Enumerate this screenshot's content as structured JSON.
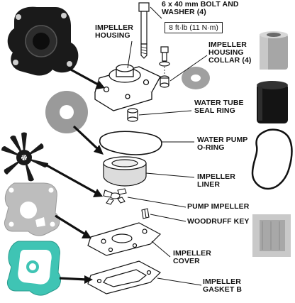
{
  "labels": {
    "bolt_line1": "6 x 40 mm BOLT AND",
    "bolt_line2": "WASHER (4)",
    "torque": "8  ft·lb (11 N·m)",
    "housing_line1": "IMPELLER",
    "housing_line2": "HOUSING",
    "collar_line1": "IMPELLER",
    "collar_line2": "HOUSING",
    "collar_line3": "COLLAR (4)",
    "seal_line1": "WATER TUBE",
    "seal_line2": "SEAL RING",
    "oring_line1": "WATER PUMP",
    "oring_line2": "O-RING",
    "liner_line1": "IMPELLER",
    "liner_line2": "LINER",
    "pump_impeller": "PUMP IMPELLER",
    "woodruff": "WOODRUFF KEY",
    "cover_line1": "IMPELLER",
    "cover_line2": "COVER",
    "gasket_line1": "IMPELLER",
    "gasket_line2": "GASKET B"
  },
  "colors": {
    "ink": "#111111",
    "housing_black": "#1a1a1a",
    "plate_gray": "#8f8f8f",
    "gasket_teal": "#3fc4b4",
    "liner_gray": "#c8c8c8"
  }
}
